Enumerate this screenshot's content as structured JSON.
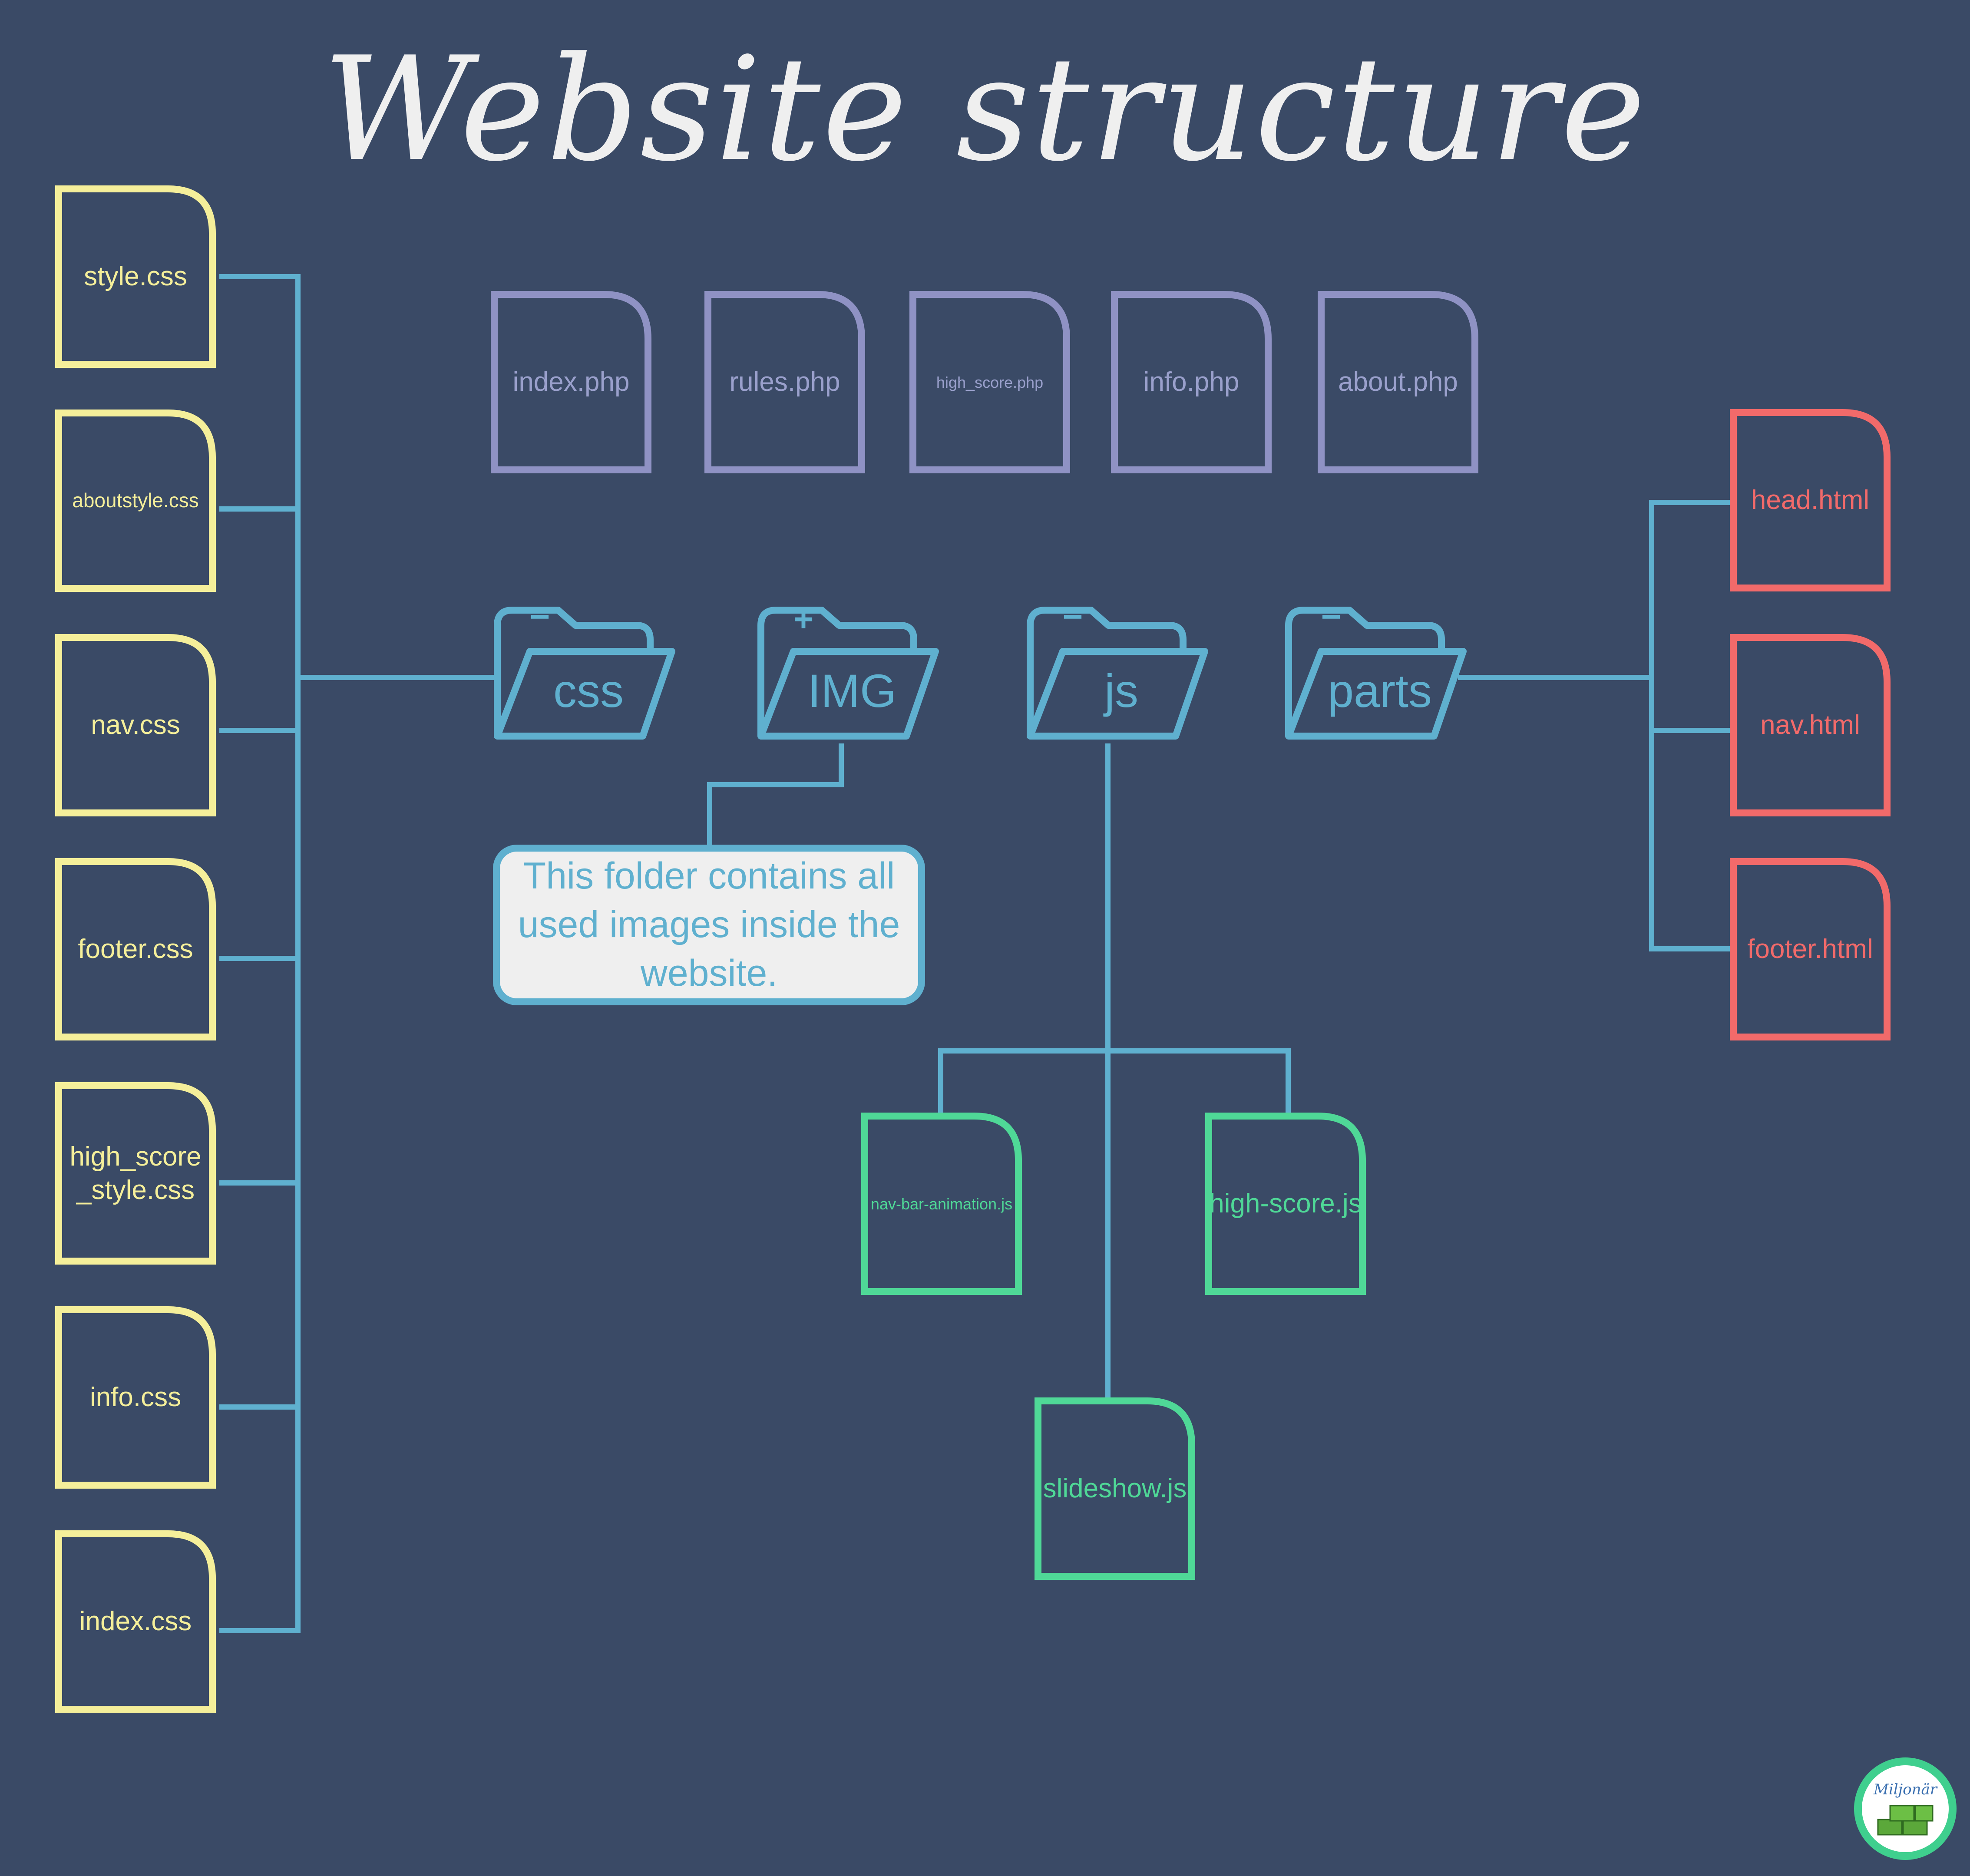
{
  "title": "Website structure",
  "pages": [
    "index.php",
    "rules.php",
    "high_score.php",
    "info.php",
    "about.php"
  ],
  "folders": [
    {
      "name": "css",
      "sign": "−"
    },
    {
      "name": "IMG",
      "sign": "+"
    },
    {
      "name": "js",
      "sign": "−"
    },
    {
      "name": "parts",
      "sign": "−"
    }
  ],
  "css_files": [
    "style.css",
    "aboutstyle.css",
    "nav.css",
    "footer.css",
    "high_score\n_style.css",
    "info.css",
    "index.css"
  ],
  "img_note": "This folder contains all used images inside the website.",
  "js_files": [
    "nav-bar-animation.js",
    "high-score.js",
    "slideshow.js"
  ],
  "parts_files": [
    "head.html",
    "nav.html",
    "footer.html"
  ],
  "colors": {
    "background": "#3a4a66",
    "css_files": "#f5ef9a",
    "pages": "#8f92c4",
    "folders": "#5fb0cf",
    "js_files": "#4fd897",
    "parts_files": "#f26a6a",
    "note_fill": "#efefef"
  },
  "logo": {
    "text": "Miljonär",
    "icon": "money-stack-icon"
  }
}
